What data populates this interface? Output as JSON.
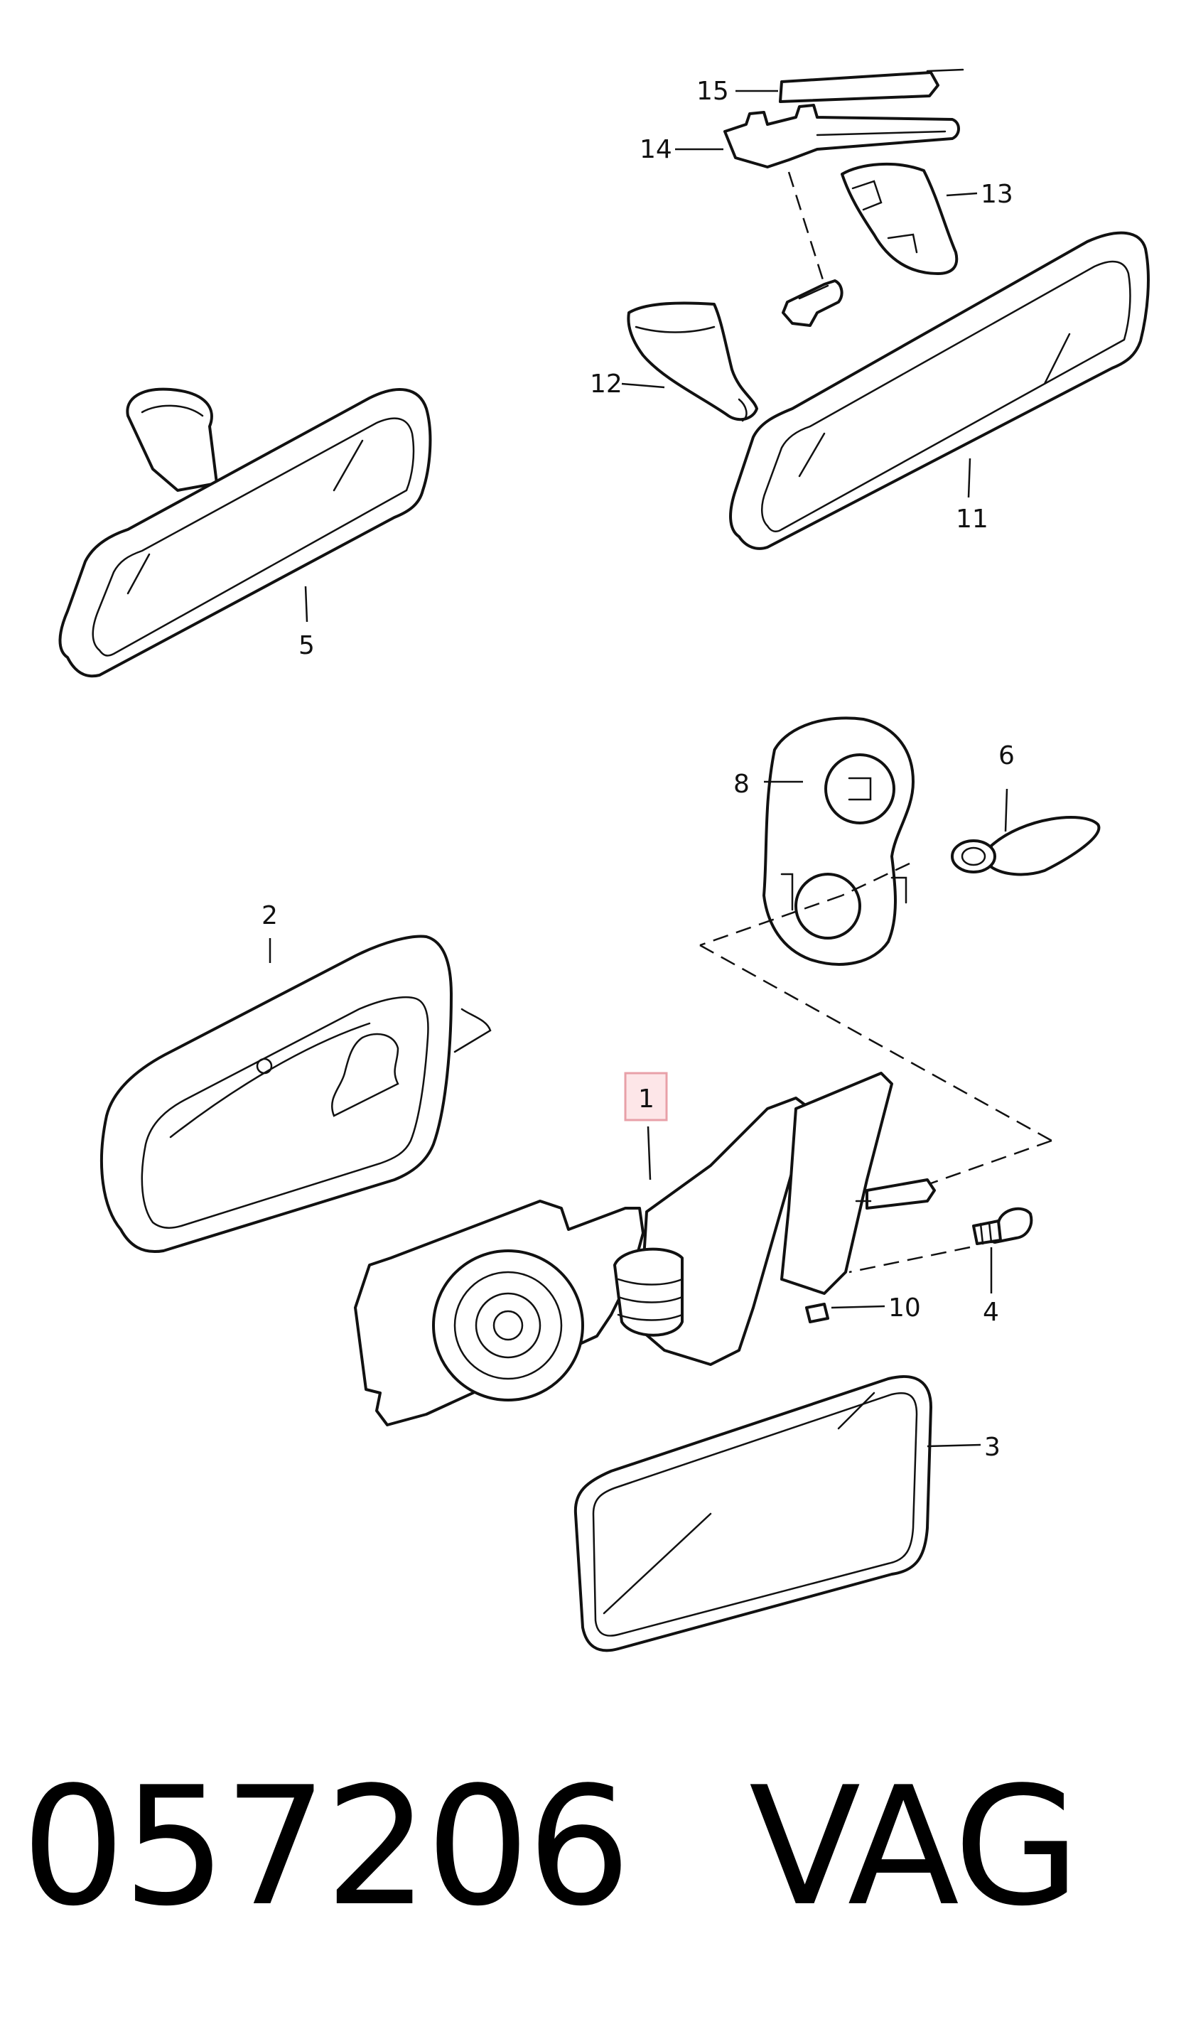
{
  "diagram": {
    "callouts": [
      "15",
      "14",
      "13",
      "12",
      "11",
      "5",
      "8",
      "6",
      "2",
      "1",
      "10",
      "4",
      "3"
    ],
    "highlighted_callout": "1",
    "highlight_color": "#e8a0a8"
  },
  "footer": {
    "part_number": "057206",
    "brand": "VAG"
  }
}
